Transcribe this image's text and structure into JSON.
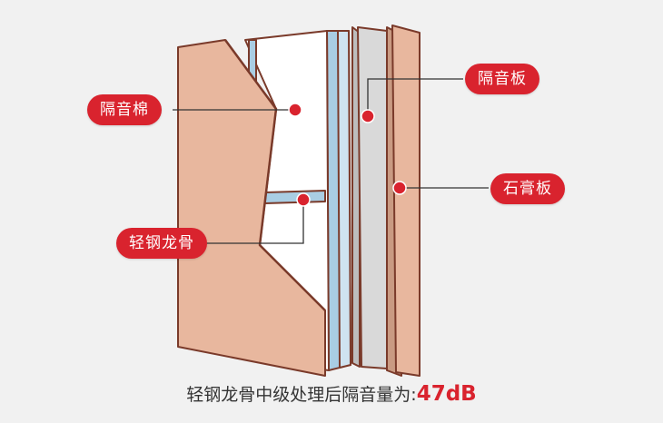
{
  "labels": {
    "acoustic_cotton": "隔音棉",
    "light_steel_keel": "轻钢龙骨",
    "soundproof_board": "隔音板",
    "gypsum_board": "石膏板"
  },
  "caption": {
    "text": "轻钢龙骨中级处理后隔音量为:",
    "value": "47dB"
  },
  "colors": {
    "accent": "#d9232e",
    "gypsum": "#e8b79e",
    "gypsum_edge": "#7a3a2a",
    "soundproof": "#d9d9d9",
    "steel": "#a9cde3",
    "background": "#f1f1f1"
  }
}
